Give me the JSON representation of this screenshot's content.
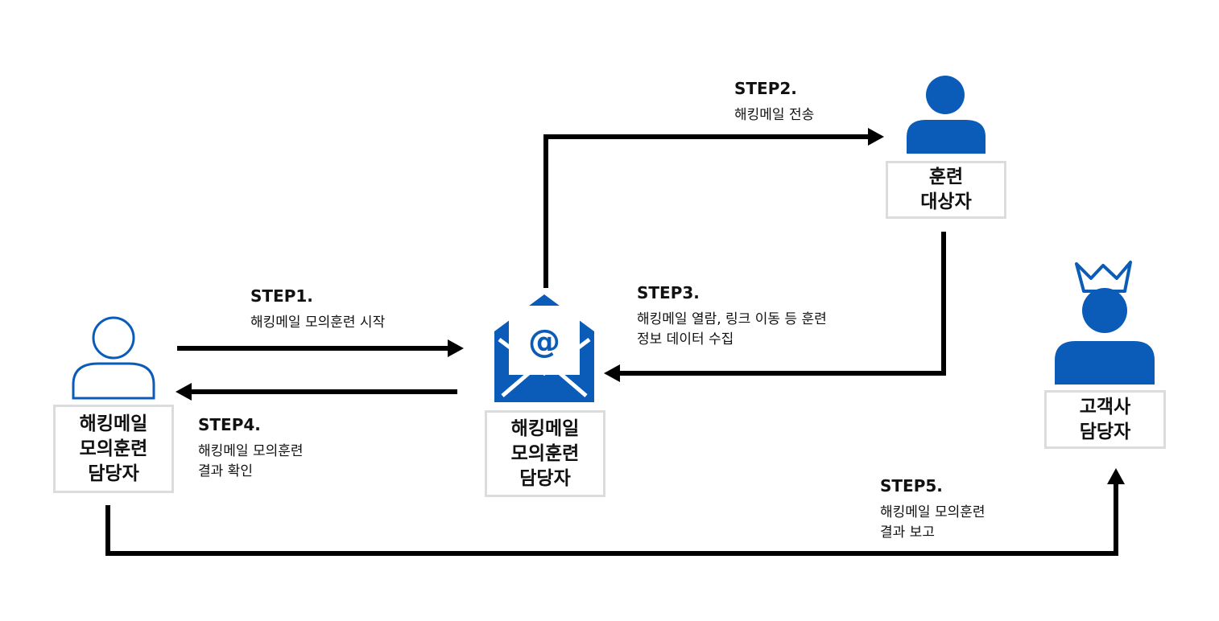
{
  "colors": {
    "accent": "#0a5cb8",
    "arrow": "#000000",
    "box_border": "#dcdcdc"
  },
  "actors": {
    "operator": {
      "icon": "user-outline-icon",
      "lines": [
        "해킹메일",
        "모의훈련",
        "담당자"
      ]
    },
    "mail": {
      "icon": "open-envelope-at-icon",
      "lines": [
        "해킹메일",
        "모의훈련",
        "담당자"
      ]
    },
    "target": {
      "icon": "user-solid-icon",
      "lines": [
        "훈련",
        "대상자"
      ]
    },
    "client": {
      "icon": "user-crown-icon",
      "lines": [
        "고객사",
        "담당자"
      ]
    }
  },
  "steps": {
    "step1": {
      "title": "STEP1.",
      "lines": [
        "해킹메일 모의훈련 시작"
      ]
    },
    "step2": {
      "title": "STEP2.",
      "lines": [
        "해킹메일 전송"
      ]
    },
    "step3": {
      "title": "STEP3.",
      "lines": [
        "해킹메일 열람, 링크 이동 등 훈련",
        "정보 데이터 수집"
      ]
    },
    "step4": {
      "title": "STEP4.",
      "lines": [
        "해킹메일 모의훈련",
        "결과 확인"
      ]
    },
    "step5": {
      "title": "STEP5.",
      "lines": [
        "해킹메일 모의훈련",
        "결과 보고"
      ]
    }
  }
}
